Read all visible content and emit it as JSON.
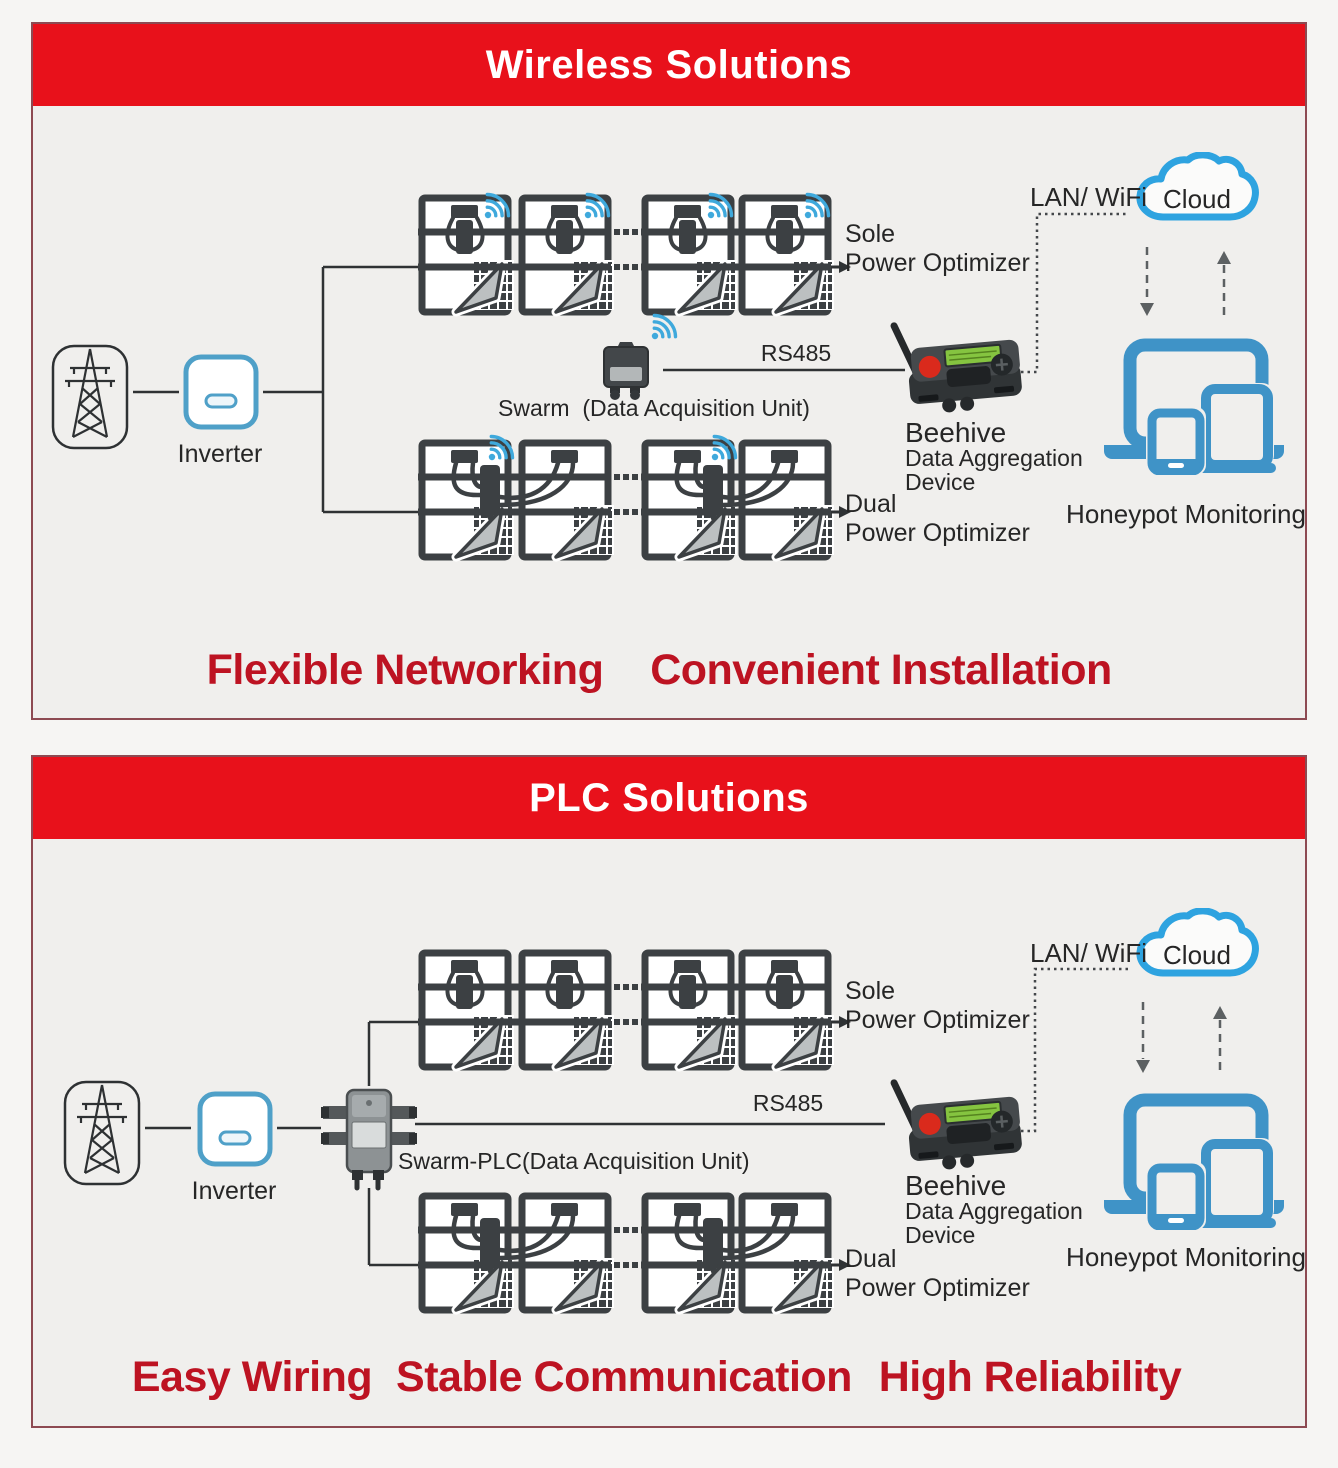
{
  "page": {
    "background": "#f6f5f3",
    "panel_background": "#f0efed",
    "border_color": "#8d4a52"
  },
  "colors": {
    "header_red": "#e8111b",
    "tagline_red": "#bd1322",
    "device_dark": "#3c4043",
    "wifi_blue": "#3fa9dc",
    "cloud_blue": "#2ea3e0",
    "monitor_blue": "#3f93c7",
    "inverter_blue": "#4fa0c8",
    "line_dark": "#2f3234"
  },
  "icons": {
    "power_grid": "transmission-tower-icon",
    "inverter": "inverter-box-icon",
    "solar_panel": "pv-module-icon",
    "wifi": "wifi-signal-icon",
    "swarm": "data-acquisition-unit-icon",
    "swarm_plc": "plc-data-acquisition-unit-icon",
    "beehive": "data-aggregation-device-icon",
    "cloud": "cloud-icon",
    "honeypot": "multi-device-monitoring-icon"
  },
  "sections": [
    {
      "title": "Wireless Solutions",
      "labels": {
        "inverter": "Inverter",
        "sole_line1": "Sole",
        "sole_line2": "Power Optimizer",
        "dual_line1": "Dual",
        "dual_line2": "Power Optimizer",
        "dau": "Swarm  (Data Acquisition Unit)",
        "rs485": "RS485",
        "beehive": "Beehive",
        "beehive_sub1": "Data Aggregation",
        "beehive_sub2": "Device",
        "lan_wifi": "LAN/ WiFi",
        "cloud": "Cloud",
        "honeypot": "Honeypot Monitoring"
      },
      "taglines": [
        "Flexible Networking",
        "Convenient Installation"
      ]
    },
    {
      "title": "PLC Solutions",
      "labels": {
        "inverter": "Inverter",
        "sole_line1": "Sole",
        "sole_line2": "Power Optimizer",
        "dual_line1": "Dual",
        "dual_line2": "Power Optimizer",
        "dau": "Swarm-PLC(Data Acquisition Unit)",
        "rs485": "RS485",
        "beehive": "Beehive",
        "beehive_sub1": "Data Aggregation",
        "beehive_sub2": "Device",
        "lan_wifi": "LAN/ WiFi",
        "cloud": "Cloud",
        "honeypot": "Honeypot Monitoring"
      },
      "taglines": [
        "Easy Wiring",
        "Stable Communication",
        "High Reliability"
      ]
    }
  ]
}
